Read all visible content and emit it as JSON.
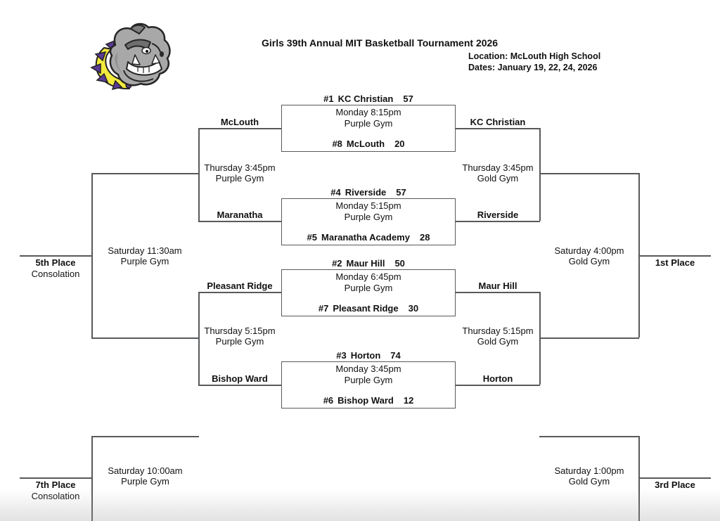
{
  "header": {
    "title": "Girls 39th Annual MIT Basketball Tournament 2026",
    "location": "Location: McLouth High School",
    "dates": "Dates: January 19, 22, 24, 2026",
    "logo": "bulldog-mascot"
  },
  "palette": {
    "line_gray": "#58595b",
    "text_black": "#111111",
    "collar_yellow": "#f2ea3d",
    "spike_purple": "#5a3a96",
    "bulldog_gray": "#a8a8a8"
  },
  "games": {
    "game1": {
      "top_seed": "#1",
      "top_team": "KC Christian",
      "top_score": "57",
      "time": "Monday 8:15pm",
      "gym": "Purple Gym",
      "bottom_seed": "#8",
      "bottom_team": "McLouth",
      "bottom_score": "20",
      "left_advancer": "McLouth",
      "right_advancer": "KC Christian"
    },
    "game2": {
      "top_seed": "#4",
      "top_team": "Riverside",
      "top_score": "57",
      "time": "Monday 5:15pm",
      "gym": "Purple Gym",
      "bottom_seed": "#5",
      "bottom_team": "Maranatha Academy",
      "bottom_score": "28",
      "left_advancer": "Maranatha",
      "right_advancer": "Riverside"
    },
    "game3": {
      "top_seed": "#2",
      "top_team": "Maur Hill",
      "top_score": "50",
      "time": "Monday 6:45pm",
      "gym": "Purple Gym",
      "bottom_seed": "#7",
      "bottom_team": "Pleasant Ridge",
      "bottom_score": "30",
      "left_advancer": "Pleasant Ridge",
      "right_advancer": "Maur Hill"
    },
    "game4": {
      "top_seed": "#3",
      "top_team": "Horton",
      "top_score": "74",
      "time": "Monday 3:45pm",
      "gym": "Purple Gym",
      "bottom_seed": "#6",
      "bottom_team": "Bishop Ward",
      "bottom_score": "12",
      "left_advancer": "Bishop Ward",
      "right_advancer": "Horton"
    }
  },
  "consolation_bracket": {
    "semi_top": {
      "time": "Thursday 3:45pm",
      "gym": "Purple Gym"
    },
    "semi_bottom": {
      "time": "Thursday 5:15pm",
      "gym": "Purple Gym"
    },
    "final": {
      "time": "Saturday 11:30am",
      "gym": "Purple Gym"
    },
    "place": "5th Place",
    "place_sub": "Consolation"
  },
  "championship_bracket": {
    "semi_top": {
      "time": "Thursday 3:45pm",
      "gym": "Gold Gym"
    },
    "semi_bottom": {
      "time": "Thursday 5:15pm",
      "gym": "Gold Gym"
    },
    "final": {
      "time": "Saturday 4:00pm",
      "gym": "Gold Gym"
    },
    "place": "1st Place"
  },
  "seventh_place": {
    "time": "Saturday 10:00am",
    "gym": "Purple Gym",
    "place": "7th Place",
    "place_sub": "Consolation"
  },
  "third_place": {
    "time": "Saturday 1:00pm",
    "gym": "Gold Gym",
    "place": "3rd Place"
  }
}
